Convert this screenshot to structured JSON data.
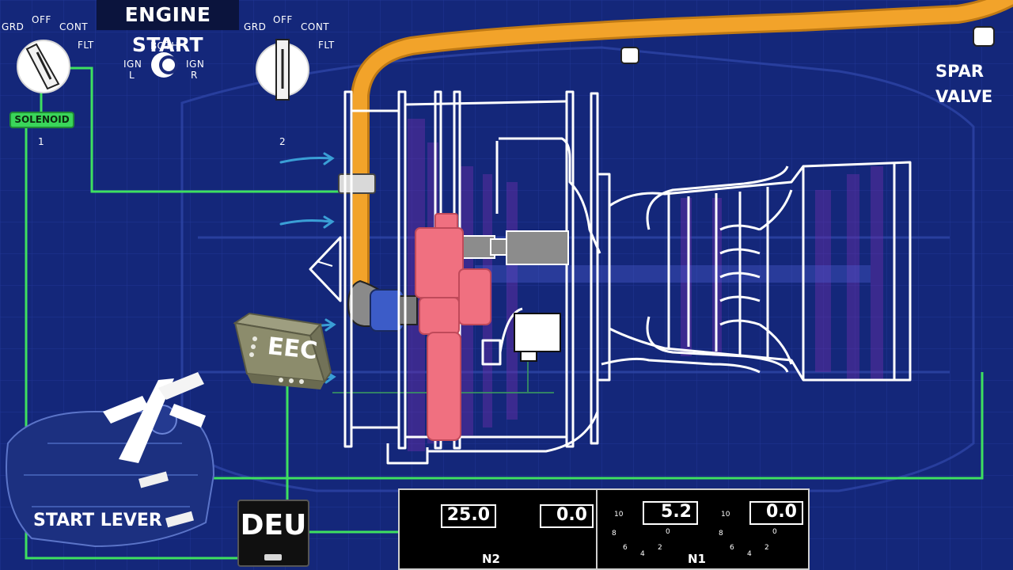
{
  "title": "ENGINE START",
  "colors": {
    "background": "#14277a",
    "bleed_duct": "#f2a32a",
    "starter": "#f07080",
    "wire": "#3ee060",
    "eec_box": "#8c8c6c"
  },
  "selector_1": {
    "positions": [
      "GRD",
      "OFF",
      "CONT",
      "FLT"
    ],
    "number": "1",
    "selected": "GRD"
  },
  "selector_2": {
    "positions": [
      "GRD",
      "OFF",
      "CONT",
      "FLT"
    ],
    "number": "2",
    "selected": "OFF"
  },
  "ignition": {
    "both": "BOTH",
    "left": [
      "IGN",
      "L"
    ],
    "right": [
      "IGN",
      "R"
    ]
  },
  "solenoid_label": "SOLENOID",
  "spar_valve_label": [
    "SPAR",
    "VALVE"
  ],
  "eec_label": "EEC",
  "deu_label": "DEU",
  "start_lever_label": "START LEVER",
  "engine_display": {
    "n2": {
      "label": "N2",
      "engine1": "25.0",
      "engine2": "0.0",
      "engine1_fraction": 0.25
    },
    "n1": {
      "label": "N1",
      "engine1": "5.2",
      "engine2": "0.0",
      "ticks": [
        "10",
        "8",
        "6",
        "4",
        "2",
        "0"
      ]
    }
  }
}
